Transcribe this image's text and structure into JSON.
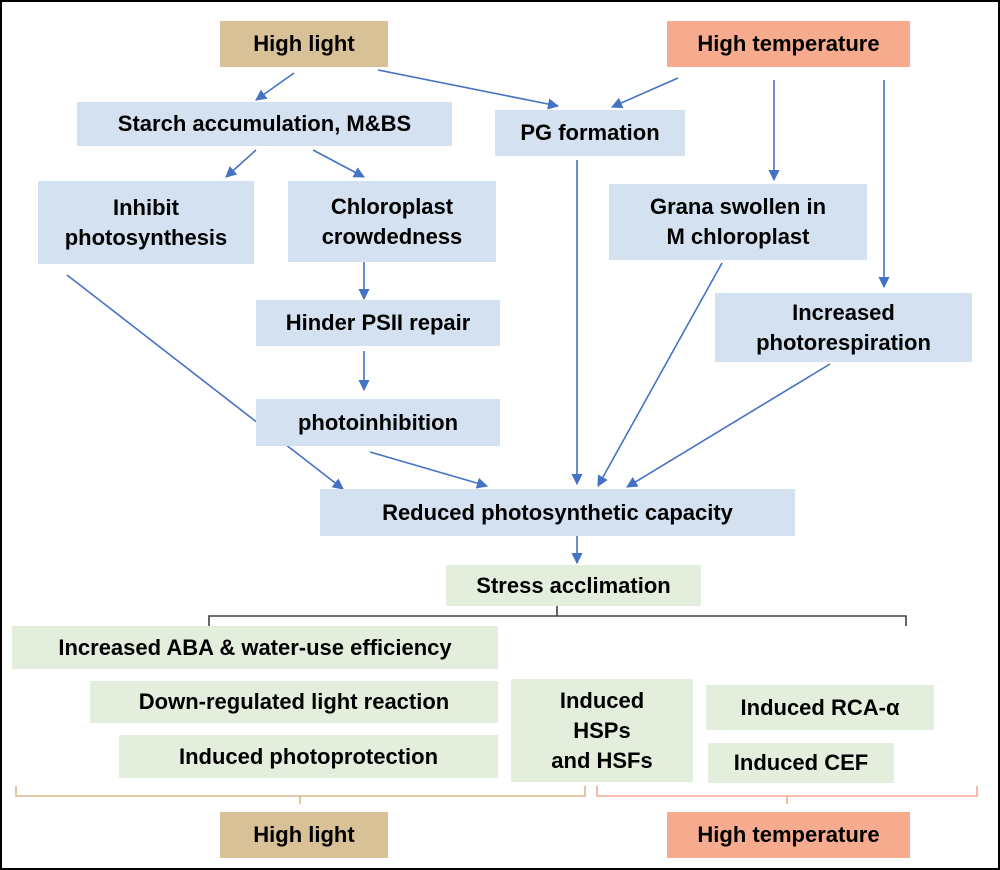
{
  "top": {
    "high_light": "High light",
    "high_temperature": "High temperature"
  },
  "nodes": {
    "starch": "Starch accumulation, M&BS",
    "pg_formation": "PG formation",
    "inhibit_photosynthesis": "Inhibit\nphotosynthesis",
    "chloroplast_crowdedness": "Chloroplast\ncrowdedness",
    "grana_swollen": "Grana swollen in\nM chloroplast",
    "hinder_psii": "Hinder PSII repair",
    "increased_photorespiration": "Increased\nphotorespiration",
    "photoinhibition": "photoinhibition",
    "reduced_capacity": "Reduced photosynthetic capacity",
    "stress_acclimation": "Stress acclimation"
  },
  "acclimation": {
    "aba": "Increased ABA & water-use efficiency",
    "light_reaction": "Down-regulated light reaction",
    "photoprotection": "Induced photoprotection",
    "hsps": "Induced\nHSPs\nand HSFs",
    "rca": "Induced RCA-α",
    "cef": "Induced CEF"
  },
  "bottom": {
    "high_light": "High light",
    "high_temperature": "High temperature"
  },
  "colors": {
    "node_blue": "#d3e1f1",
    "node_green": "#e3efdc",
    "high_light_tan": "#d8c196",
    "high_temperature_salmon": "#f6ab8f",
    "arrow_blue": "#4472c4",
    "bracket_tan": "#d9b98a",
    "bracket_salmon": "#f2a890",
    "bracket_dark": "#404040"
  }
}
